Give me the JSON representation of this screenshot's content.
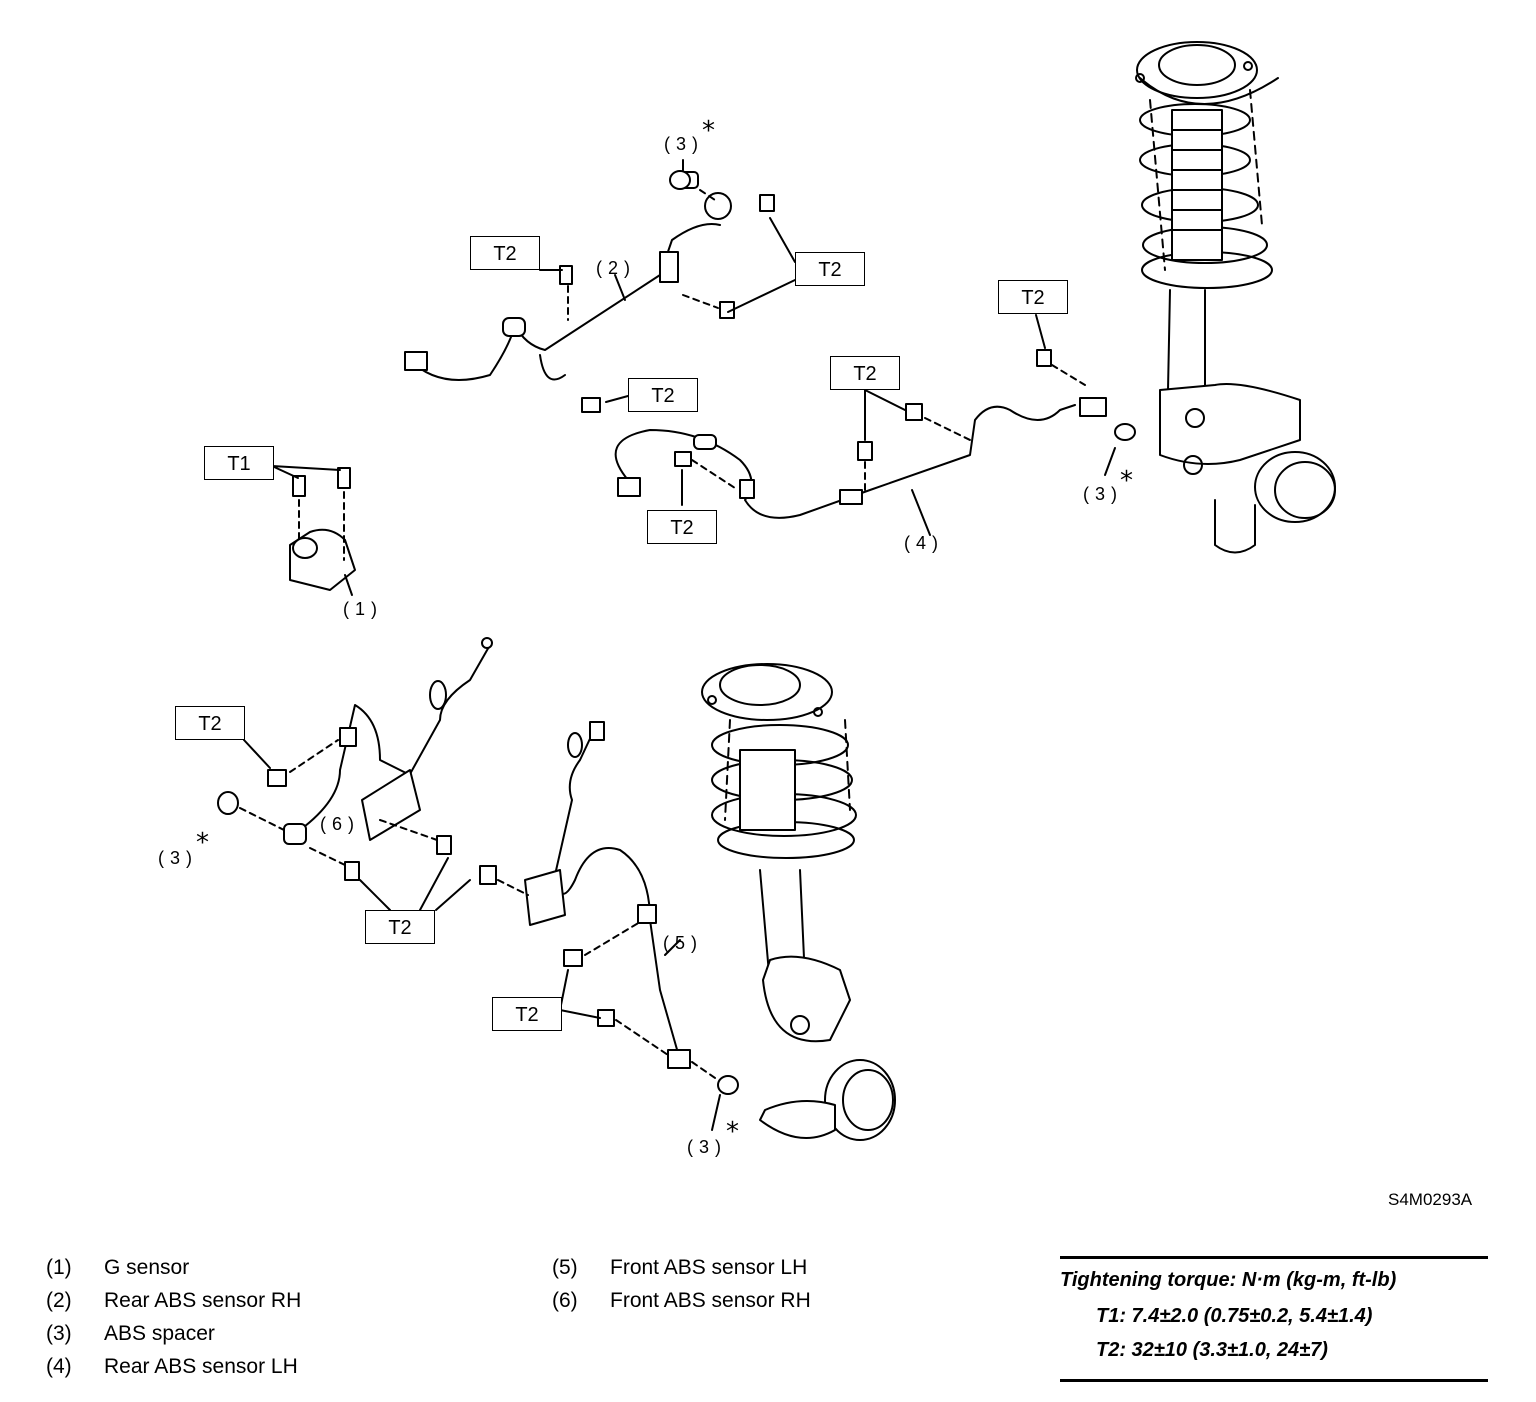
{
  "diagram": {
    "part_labels": {
      "p1": "(1)",
      "p2": "(2)",
      "p3": "(3)",
      "p4": "(4)",
      "p5": "(5)",
      "p6": "(6)"
    },
    "torque_labels": {
      "t1": "T1",
      "t2": "T2"
    },
    "asterisk": "*",
    "figure_code": "S4M0293A"
  },
  "legend": [
    {
      "num": "(1)",
      "name": "G sensor"
    },
    {
      "num": "(2)",
      "name": "Rear ABS sensor RH"
    },
    {
      "num": "(3)",
      "name": "ABS spacer"
    },
    {
      "num": "(4)",
      "name": "Rear ABS sensor LH"
    },
    {
      "num": "(5)",
      "name": "Front ABS sensor LH"
    },
    {
      "num": "(6)",
      "name": "Front ABS sensor RH"
    }
  ],
  "torque": {
    "heading": "Tightening torque: N·m (kg-m, ft-lb)",
    "t1": "T1: 7.4±2.0 (0.75±0.2, 5.4±1.4)",
    "t2": "T2: 32±10 (3.3±1.0, 24±7)"
  }
}
